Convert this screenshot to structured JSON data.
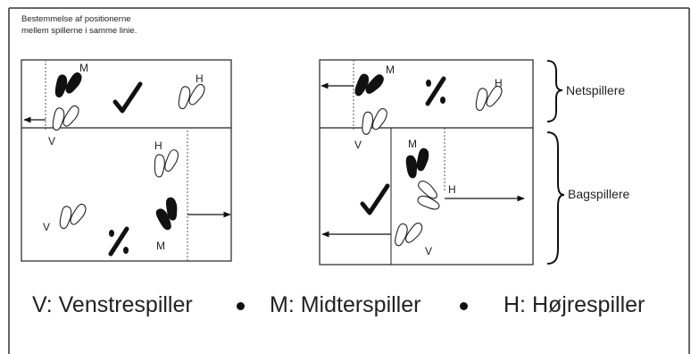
{
  "caption": {
    "line1": "Bestemmelse af positionerne",
    "line2": "mellem spillerne i samme linie."
  },
  "players": {
    "left_mid": "M",
    "left_left": "V",
    "left_right": "H",
    "left_back_left": "V",
    "left_back_right": "H",
    "left_back_mid": "M",
    "right_mid": "M",
    "right_left": "V",
    "right_right": "H",
    "right_back_mid": "M",
    "right_back_right": "H",
    "right_back_left": "V"
  },
  "rows": {
    "net": "Netspillere",
    "back": "Bagspillere"
  },
  "legend": {
    "v": "V: Venstrespiller",
    "m": "M: Midterspiller",
    "h": "H: Højrespiller"
  }
}
